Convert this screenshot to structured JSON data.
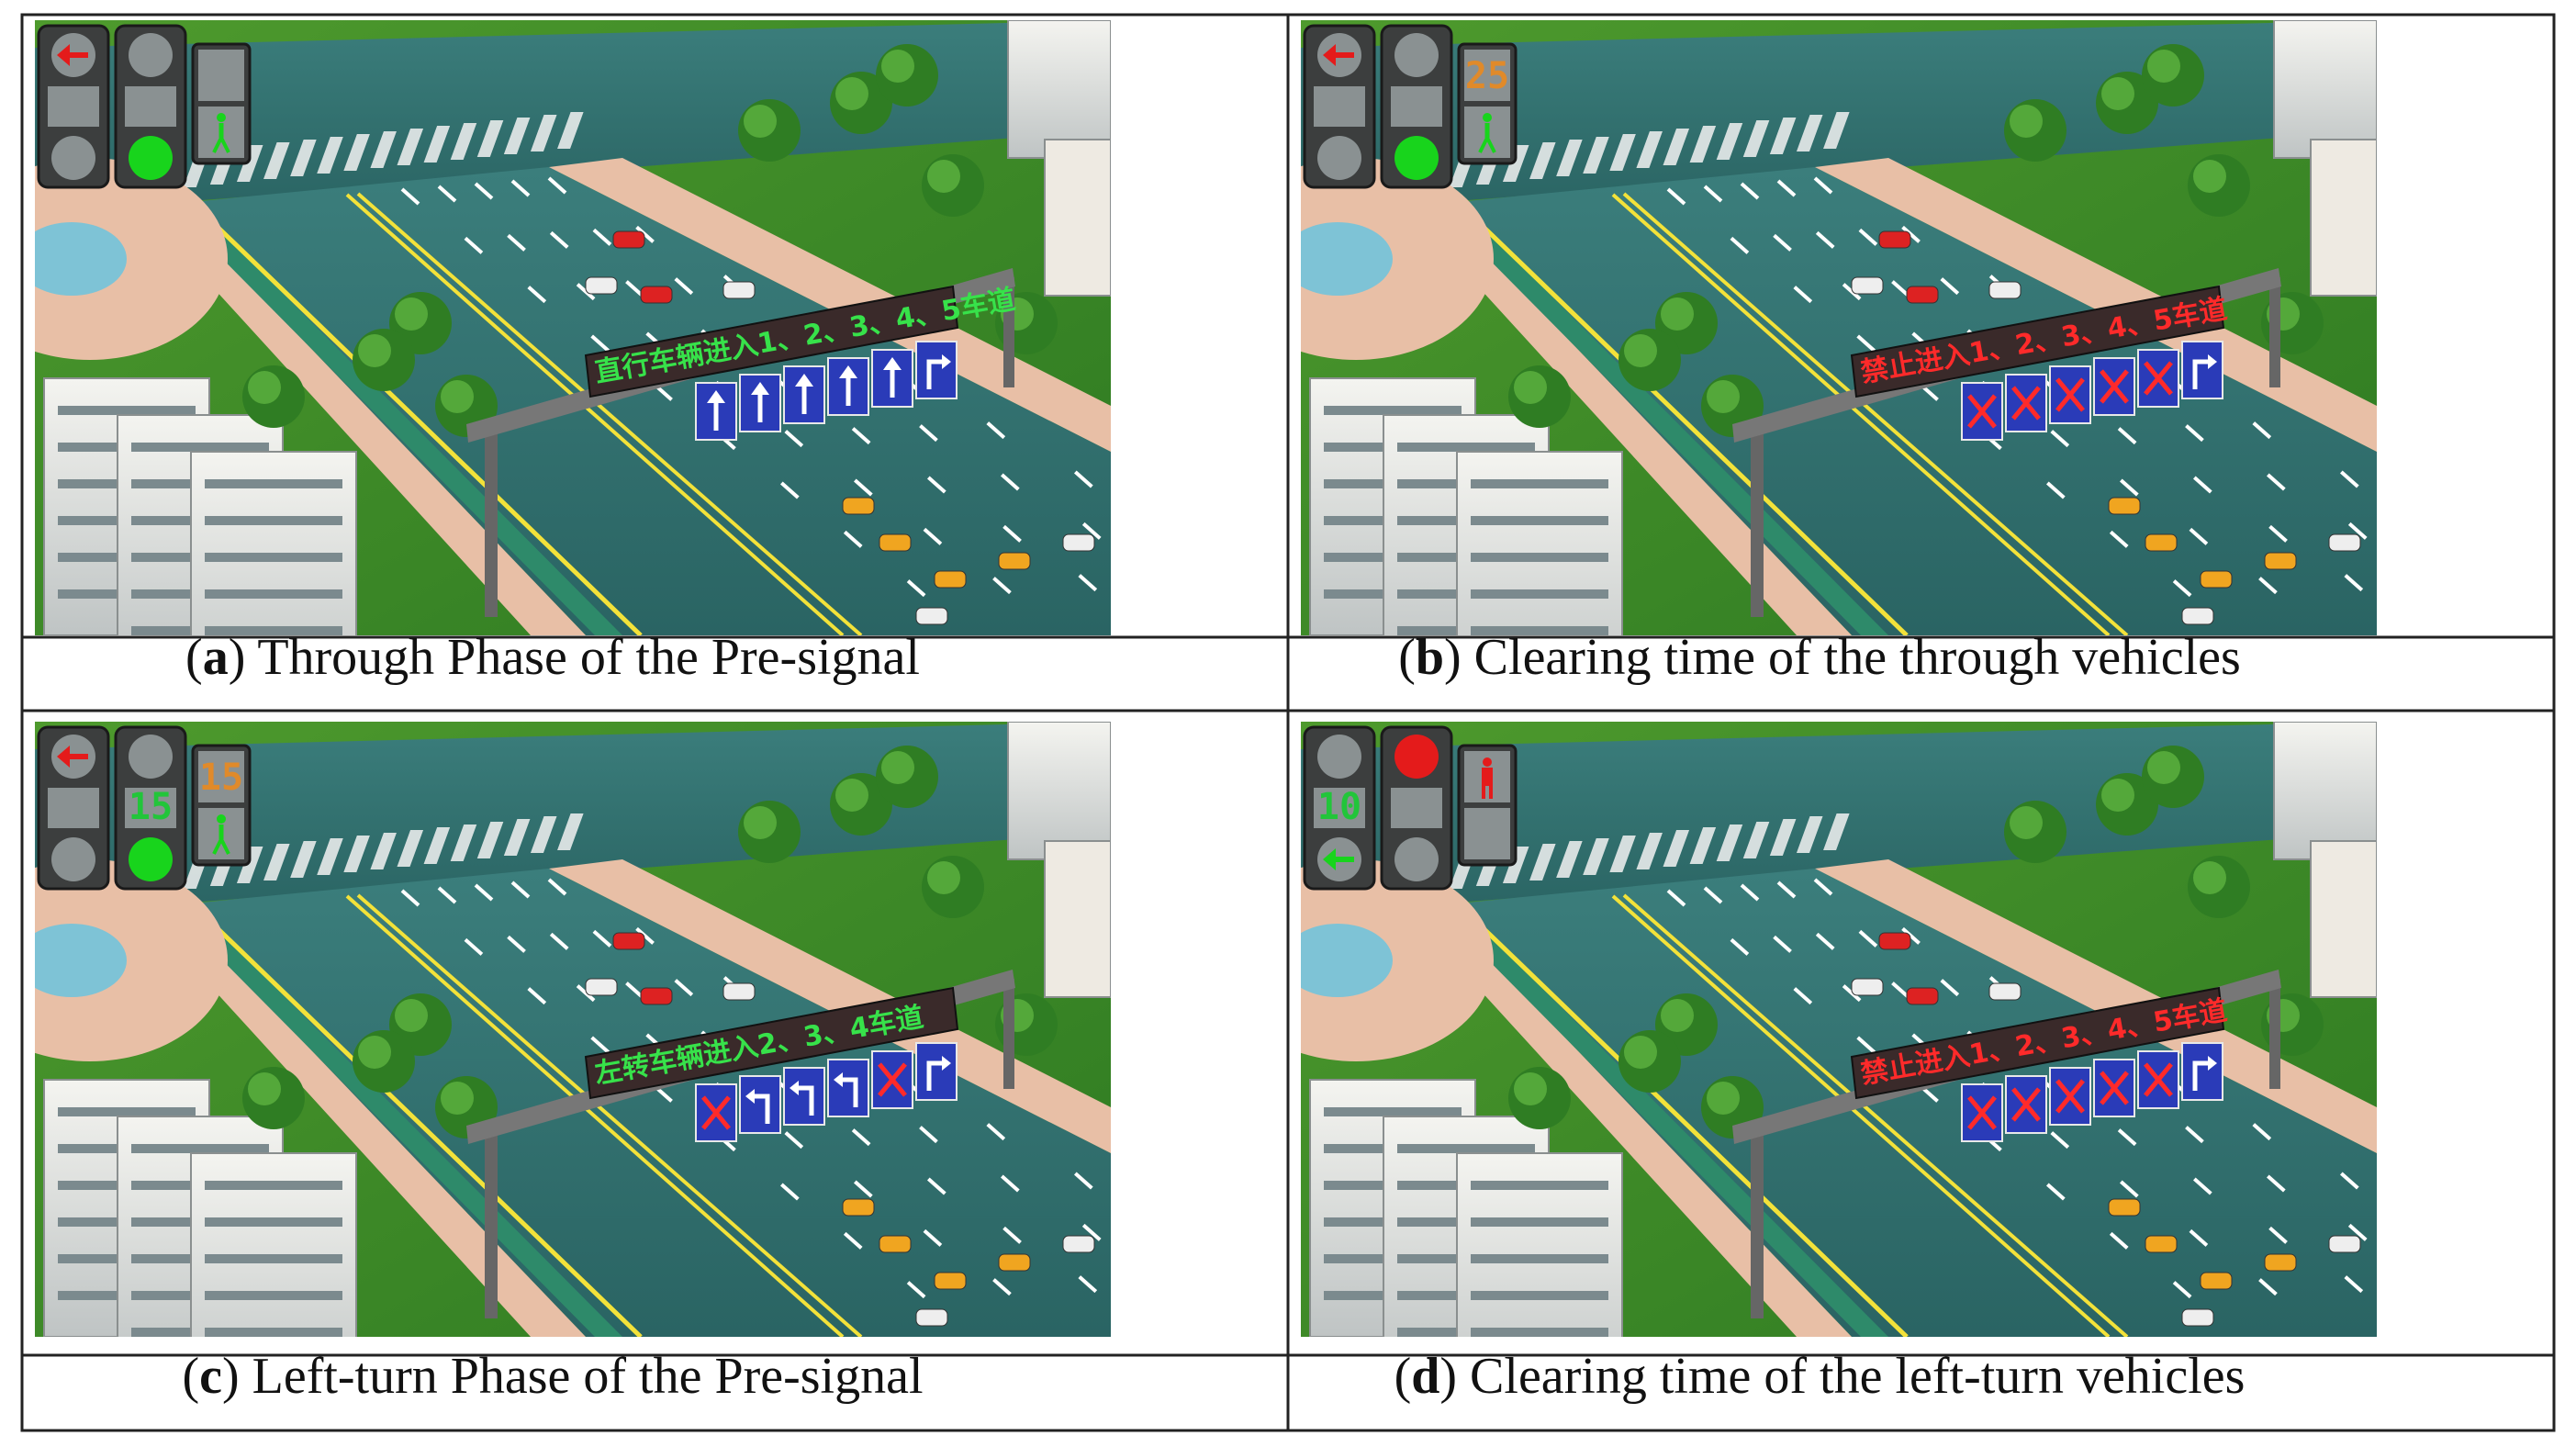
{
  "figure": {
    "panels": [
      {
        "id": "a",
        "caption_letter": "a",
        "caption_text": "Through Phase of the Pre-signal",
        "vms_text": "直行车辆进入1、2、3、4、5车道",
        "vms_text_color": "#37e24a",
        "lane_signs": [
          "up",
          "up",
          "up",
          "up",
          "up",
          "up-right"
        ],
        "signal": {
          "left_head": [
            "red-left-arrow",
            "off",
            "off"
          ],
          "through_head": [
            "off",
            "off",
            "green"
          ],
          "countdown": "",
          "countdown_color": "#e08a2a",
          "ped": [
            "off",
            "green-walk"
          ]
        }
      },
      {
        "id": "b",
        "caption_letter": "b",
        "caption_text": "Clearing time of the through vehicles",
        "vms_text": "禁止进入1、2、3、4、5车道",
        "vms_text_color": "#ff2a2a",
        "lane_signs": [
          "x",
          "x",
          "x",
          "x",
          "x",
          "up-right"
        ],
        "signal": {
          "left_head": [
            "red-left-arrow",
            "off",
            "off"
          ],
          "through_head": [
            "off",
            "off",
            "green"
          ],
          "countdown": "25",
          "countdown_color": "#e08a2a",
          "ped": [
            "off",
            "green-walk"
          ]
        }
      },
      {
        "id": "c",
        "caption_letter": "c",
        "caption_text": "Left-turn Phase of the Pre-signal",
        "vms_text": "左转车辆进入2、3、4车道",
        "vms_text_color": "#37e24a",
        "lane_signs": [
          "x",
          "left-up",
          "left-up",
          "left-up",
          "x",
          "up-right"
        ],
        "signal": {
          "left_head": [
            "red-left-arrow",
            "off",
            "off"
          ],
          "through_head": [
            "off",
            "15",
            "green"
          ],
          "countdown": "15",
          "countdown_color": "#e08a2a",
          "ped": [
            "off",
            "green-walk"
          ]
        }
      },
      {
        "id": "d",
        "caption_letter": "d",
        "caption_text": "Clearing time of the left-turn vehicles",
        "vms_text": "禁止进入1、2、3、4、5车道",
        "vms_text_color": "#ff2a2a",
        "lane_signs": [
          "x",
          "x",
          "x",
          "x",
          "x",
          "up-right"
        ],
        "signal": {
          "left_head": [
            "off",
            "10",
            "green-left-arrow"
          ],
          "through_head": [
            "red",
            "off",
            "off"
          ],
          "countdown": "",
          "countdown_color": "#e08a2a",
          "ped": [
            "red-stand",
            "off"
          ]
        }
      }
    ],
    "colors": {
      "road": "#2f6f6e",
      "grass": "#5aa033",
      "sidewalk": "#e8bfa6",
      "green_light": "#18d41c",
      "red_light": "#e41b1b",
      "sign_blue": "#2a3bb8",
      "vms_panel": "#3a2a2a"
    }
  }
}
